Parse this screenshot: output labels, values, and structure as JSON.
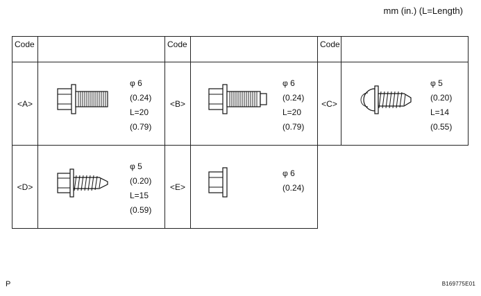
{
  "units_note": "mm (in.) (L=Length)",
  "code_header": "Code",
  "page_code": "P",
  "figure_id": "B169775E01",
  "parts": [
    {
      "code": "<A>",
      "diameter": "φ 6",
      "diameter_in": "(0.24)",
      "length": "L=20",
      "length_in": "(0.79)",
      "icon": "flange-bolt-with-washer-icon"
    },
    {
      "code": "<B>",
      "diameter": "φ 6",
      "diameter_in": "(0.24)",
      "length": "L=20",
      "length_in": "(0.79)",
      "icon": "flange-bolt-stepped-tip-icon"
    },
    {
      "code": "<C>",
      "diameter": "φ 5",
      "diameter_in": "(0.20)",
      "length": "L=14",
      "length_in": "(0.55)",
      "icon": "round-head-tapping-screw-icon"
    },
    {
      "code": "<D>",
      "diameter": "φ 5",
      "diameter_in": "(0.20)",
      "length": "L=15",
      "length_in": "(0.59)",
      "icon": "hex-tapping-screw-icon"
    },
    {
      "code": "<E>",
      "diameter": "φ 6",
      "diameter_in": "(0.24)",
      "icon": "flange-nut-icon"
    }
  ]
}
